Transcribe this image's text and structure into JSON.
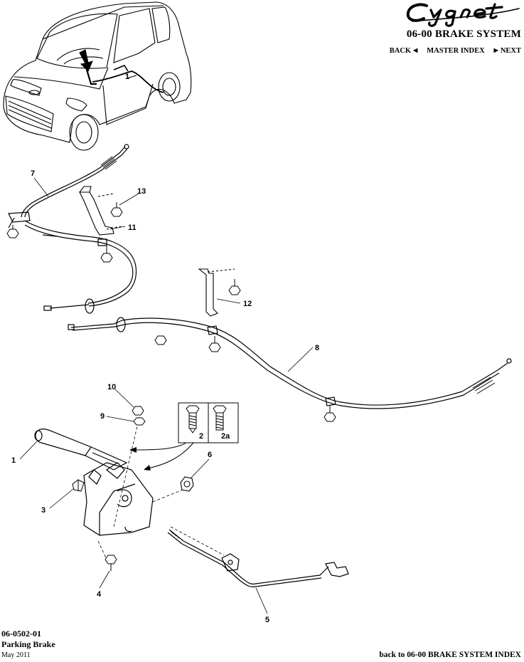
{
  "brand": {
    "logo_text": "Cygnet"
  },
  "header": {
    "section_title": "06-00 BRAKE SYSTEM"
  },
  "nav": {
    "back": "BACK",
    "master_index": "MASTER INDEX",
    "next": "NEXT"
  },
  "callouts": {
    "c1": "1",
    "c2": "2",
    "c2a": "2a",
    "c3": "3",
    "c4": "4",
    "c5": "5",
    "c6": "6",
    "c7": "7",
    "c8": "8",
    "c9": "9",
    "c10": "10",
    "c11": "11",
    "c12": "12",
    "c13": "13"
  },
  "footer": {
    "code": "06-0502-01",
    "name": "Parking Brake",
    "date": "May 2011",
    "back_link": "back to 06-00 BRAKE SYSTEM INDEX"
  }
}
